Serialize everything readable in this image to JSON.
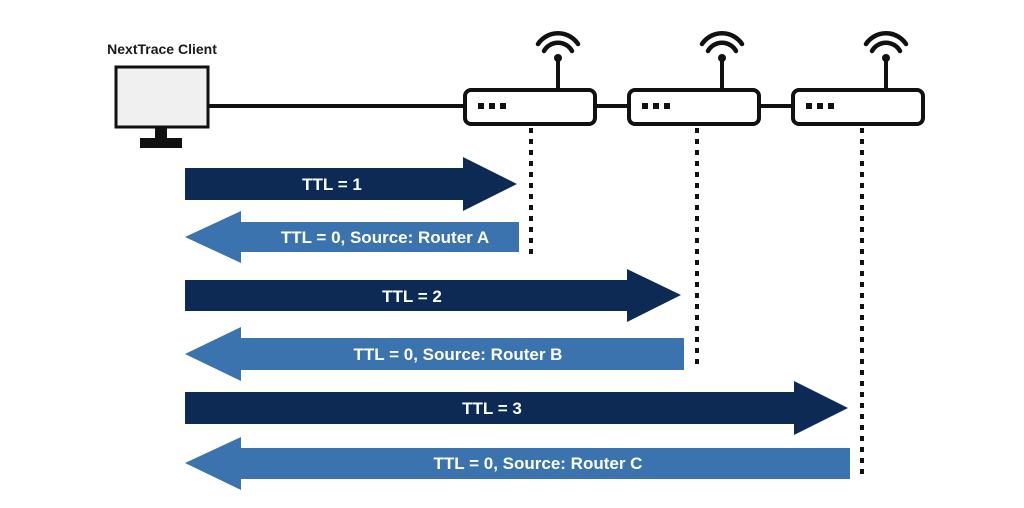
{
  "client": {
    "label": "NextTrace Client",
    "icon": "monitor-icon"
  },
  "routers": [
    {
      "name": "router-a",
      "icon": "router-icon"
    },
    {
      "name": "router-b",
      "icon": "router-icon"
    },
    {
      "name": "router-c",
      "icon": "router-icon"
    }
  ],
  "probes": [
    {
      "request": "TTL = 1",
      "reply": "TTL = 0, Source: Router A"
    },
    {
      "request": "TTL = 2",
      "reply": "TTL = 0, Source: Router B"
    },
    {
      "request": "TTL = 3",
      "reply": "TTL = 0, Source: Router C"
    }
  ],
  "colors": {
    "request_arrow": "#0c2a54",
    "reply_arrow": "#3a73ad",
    "line": "#111111",
    "monitor_screen": "#f0f0f0"
  }
}
